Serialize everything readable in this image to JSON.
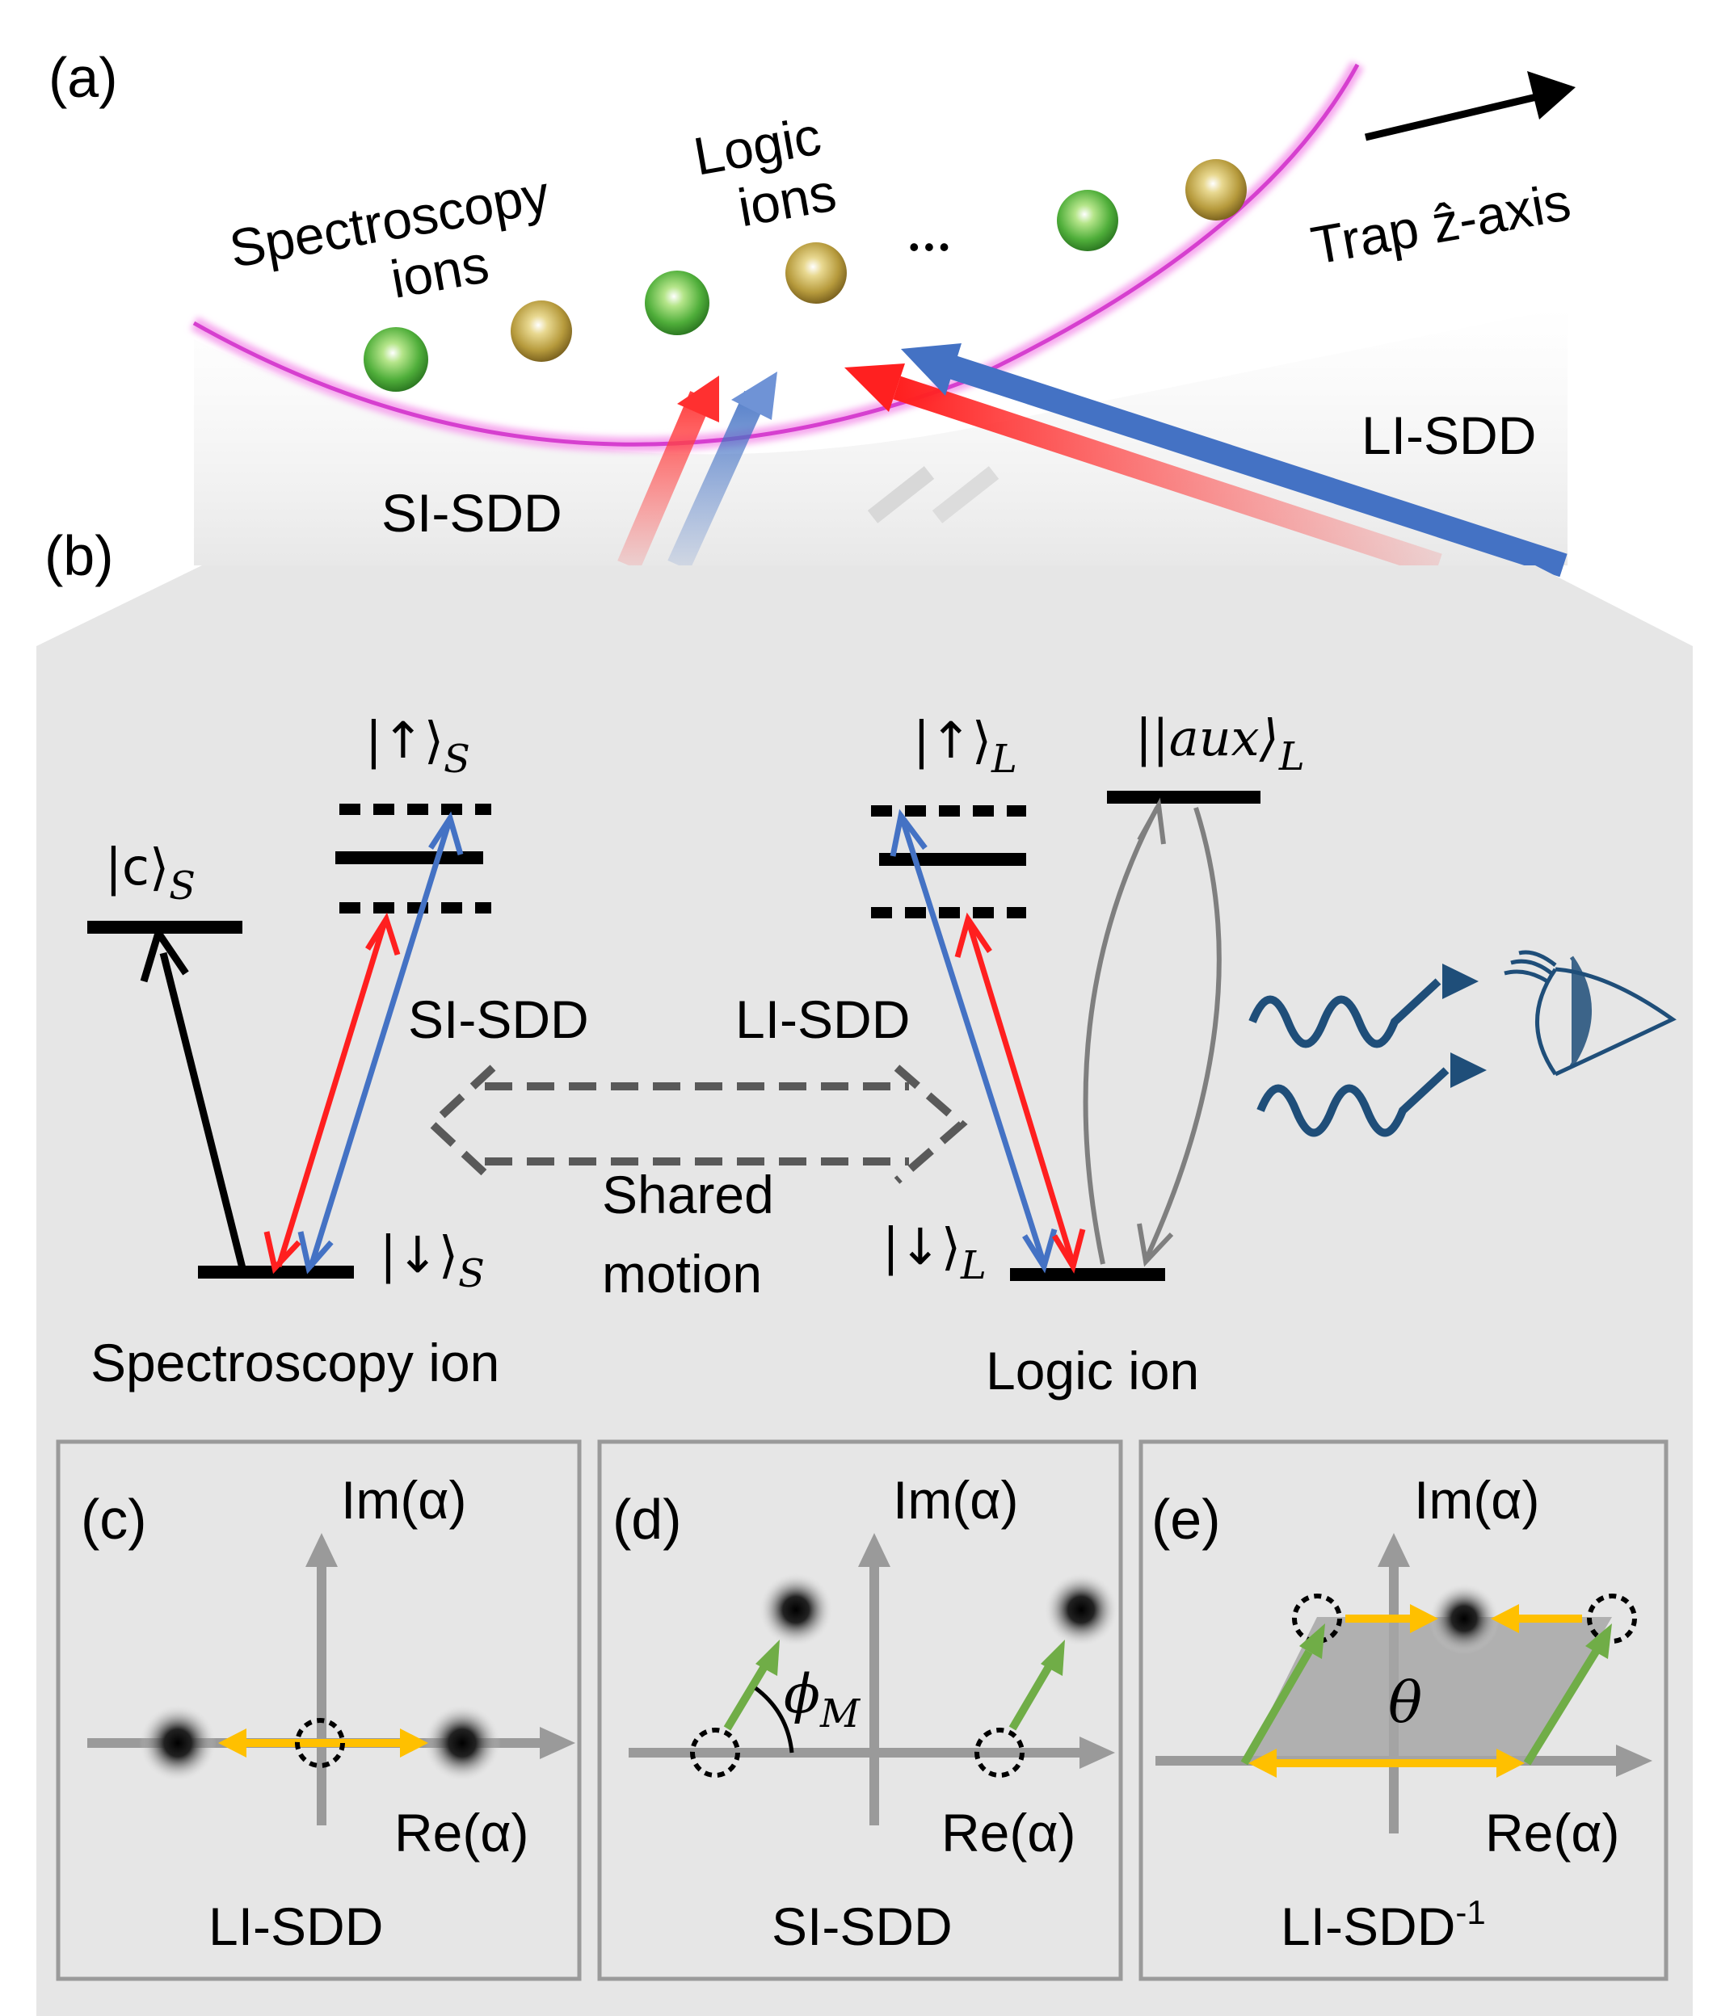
{
  "panel_a": {
    "label": "(a)",
    "spectroscopy_ions_line1": "Spectroscopy",
    "spectroscopy_ions_line2": "ions",
    "logic_ions_line1": "Logic",
    "logic_ions_line2": "ions",
    "ellipsis": "•••",
    "trap_axis": "Trap ẑ-axis",
    "si_sdd": "SI-SDD",
    "li_sdd": "LI-SDD"
  },
  "panel_b": {
    "label": "(b)",
    "spec_up": "|↑⟩",
    "spec_up_sub": "S",
    "spec_c": "|c⟩",
    "spec_c_sub": "S",
    "spec_down": "|↓⟩",
    "spec_down_sub": "S",
    "logic_up": "|↑⟩",
    "logic_up_sub": "L",
    "logic_aux": "|aux⟩",
    "logic_aux_sub": "L",
    "logic_down": "|↓⟩",
    "logic_down_sub": "L",
    "si_sdd": "SI-SDD",
    "li_sdd": "LI-SDD",
    "shared_line1": "Shared",
    "shared_line2": "motion",
    "spectroscopy_ion": "Spectroscopy ion",
    "logic_ion": "Logic ion"
  },
  "panel_c": {
    "label": "(c)",
    "im_axis": "Im(α)",
    "re_axis": "Re(α)",
    "caption": "LI-SDD"
  },
  "panel_d": {
    "label": "(d)",
    "im_axis": "Im(α)",
    "re_axis": "Re(α)",
    "caption": "SI-SDD",
    "phase": "ϕ",
    "phase_sub": "M"
  },
  "panel_e": {
    "label": "(e)",
    "im_axis": "Im(α)",
    "re_axis": "Re(α)",
    "caption": "LI-SDD",
    "caption_sup": "-1",
    "theta": "θ"
  },
  "colors": {
    "red": "#ff1f1f",
    "blue": "#4472c4",
    "orange": "#ffc000",
    "green": "#70ad47",
    "navy": "#1f4e79",
    "gray_box": "#e6e6e6",
    "axis": "#9a9a9a",
    "magenta": "#e040d0"
  }
}
